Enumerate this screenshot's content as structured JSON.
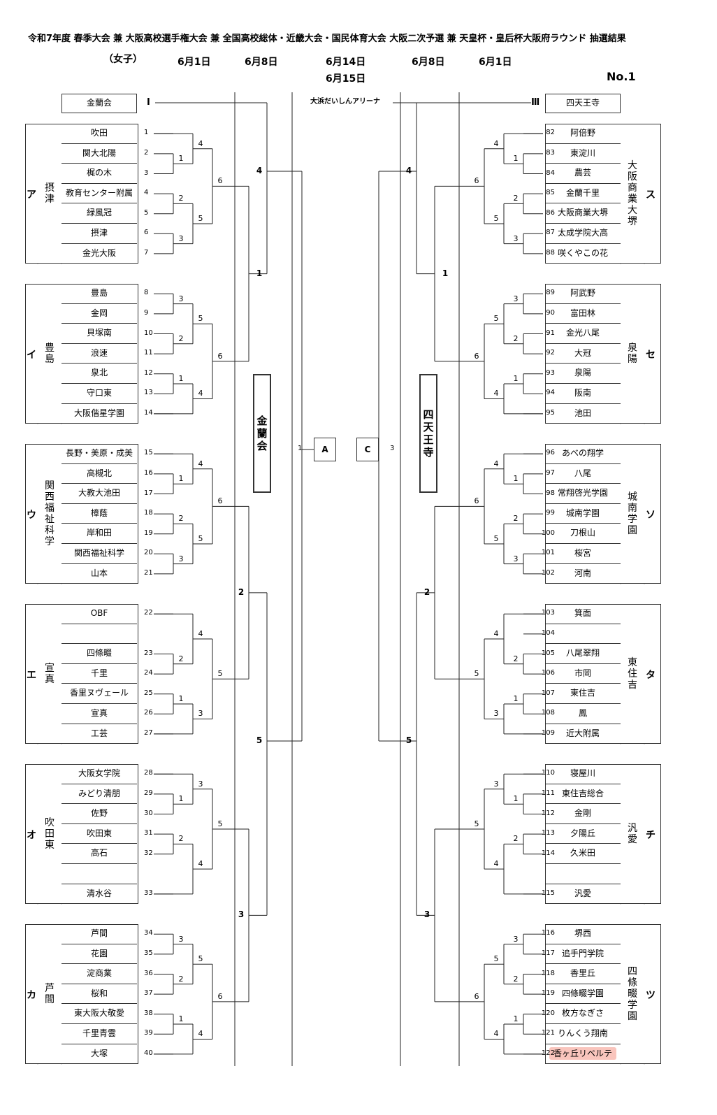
{
  "title": "令和7年度 春季大会 兼 大阪高校選手権大会 兼 全国高校総体・近畿大会・国民体育大会 大阪二次予選 兼 天皇杯・皇后杯大阪府ラウンド 抽選結果",
  "division": "（女子）",
  "page_no": "No.1",
  "dates": [
    "6月1日",
    "6月8日",
    "6月14日",
    "6月15日",
    "6月8日",
    "6月1日"
  ],
  "venue": "大浜だいしんアリーナ",
  "seeds": {
    "left": {
      "team": "金蘭会",
      "mark": "Ⅰ"
    },
    "right": {
      "team": "四天王寺",
      "mark": "Ⅲ"
    }
  },
  "finals": {
    "left_label": "金蘭会",
    "right_label": "四天王寺",
    "box_a": "A",
    "box_c": "C",
    "num_1": "1",
    "num_3": "3"
  },
  "left_blocks": [
    {
      "letter": "ア",
      "district": "摂津",
      "teams": [
        {
          "n": "1",
          "name": "吹田"
        },
        {
          "n": "2",
          "name": "関大北陽"
        },
        {
          "n": "3",
          "name": "梶の木"
        },
        {
          "n": "4",
          "name": "教育センター附属"
        },
        {
          "n": "5",
          "name": "緑風冠"
        },
        {
          "n": "6",
          "name": "摂津"
        },
        {
          "n": "7",
          "name": "金光大阪"
        }
      ]
    },
    {
      "letter": "イ",
      "district": "豊島",
      "teams": [
        {
          "n": "8",
          "name": "豊島"
        },
        {
          "n": "9",
          "name": "金岡"
        },
        {
          "n": "10",
          "name": "貝塚南"
        },
        {
          "n": "11",
          "name": "浪速"
        },
        {
          "n": "12",
          "name": "泉北"
        },
        {
          "n": "13",
          "name": "守口東"
        },
        {
          "n": "14",
          "name": "大阪偕星学園"
        }
      ]
    },
    {
      "letter": "ウ",
      "district": "関西福祉科学",
      "teams": [
        {
          "n": "15",
          "name": "長野・美原・成美"
        },
        {
          "n": "16",
          "name": "高槻北"
        },
        {
          "n": "17",
          "name": "大教大池田"
        },
        {
          "n": "18",
          "name": "樟蔭"
        },
        {
          "n": "19",
          "name": "岸和田"
        },
        {
          "n": "20",
          "name": "関西福祉科学"
        },
        {
          "n": "21",
          "name": "山本"
        }
      ]
    },
    {
      "letter": "エ",
      "district": "宣真",
      "teams": [
        {
          "n": "22",
          "name": "OBF"
        },
        {
          "n": "",
          "name": ""
        },
        {
          "n": "23",
          "name": "四條畷"
        },
        {
          "n": "24",
          "name": "千里"
        },
        {
          "n": "25",
          "name": "香里ヌヴェール"
        },
        {
          "n": "26",
          "name": "宣真"
        },
        {
          "n": "27",
          "name": "工芸"
        }
      ]
    },
    {
      "letter": "オ",
      "district": "吹田東",
      "teams": [
        {
          "n": "28",
          "name": "大阪女学院"
        },
        {
          "n": "29",
          "name": "みどり清朋"
        },
        {
          "n": "30",
          "name": "佐野"
        },
        {
          "n": "31",
          "name": "吹田東"
        },
        {
          "n": "32",
          "name": "高石"
        },
        {
          "n": "",
          "name": ""
        },
        {
          "n": "33",
          "name": "清水谷"
        }
      ]
    },
    {
      "letter": "カ",
      "district": "芦間",
      "teams": [
        {
          "n": "34",
          "name": "芦間"
        },
        {
          "n": "35",
          "name": "花園"
        },
        {
          "n": "36",
          "name": "淀商業"
        },
        {
          "n": "37",
          "name": "桜和"
        },
        {
          "n": "38",
          "name": "東大阪大敬愛"
        },
        {
          "n": "39",
          "name": "千里青雲"
        },
        {
          "n": "40",
          "name": "大塚"
        }
      ]
    }
  ],
  "right_blocks": [
    {
      "letter": "ス",
      "district": "大阪商業大堺",
      "teams": [
        {
          "n": "82",
          "name": "阿倍野"
        },
        {
          "n": "83",
          "name": "東淀川"
        },
        {
          "n": "84",
          "name": "農芸"
        },
        {
          "n": "85",
          "name": "金蘭千里"
        },
        {
          "n": "86",
          "name": "大阪商業大堺"
        },
        {
          "n": "87",
          "name": "太成学院大高"
        },
        {
          "n": "88",
          "name": "咲くやこの花"
        }
      ]
    },
    {
      "letter": "セ",
      "district": "泉陽",
      "teams": [
        {
          "n": "89",
          "name": "阿武野"
        },
        {
          "n": "90",
          "name": "富田林"
        },
        {
          "n": "91",
          "name": "金光八尾"
        },
        {
          "n": "92",
          "name": "大冠"
        },
        {
          "n": "93",
          "name": "泉陽"
        },
        {
          "n": "94",
          "name": "阪南"
        },
        {
          "n": "95",
          "name": "池田"
        }
      ]
    },
    {
      "letter": "ソ",
      "district": "城南学園",
      "teams": [
        {
          "n": "96",
          "name": "あべの翔学"
        },
        {
          "n": "97",
          "name": "八尾"
        },
        {
          "n": "98",
          "name": "常翔啓光学園"
        },
        {
          "n": "99",
          "name": "城南学園"
        },
        {
          "n": "100",
          "name": "刀根山"
        },
        {
          "n": "101",
          "name": "桜宮"
        },
        {
          "n": "102",
          "name": "河南"
        }
      ]
    },
    {
      "letter": "タ",
      "district": "東住吉",
      "teams": [
        {
          "n": "103",
          "name": "箕面"
        },
        {
          "n": "104",
          "name": ""
        },
        {
          "n": "105",
          "name": "八尾翠翔"
        },
        {
          "n": "106",
          "name": "市岡"
        },
        {
          "n": "107",
          "name": "東住吉"
        },
        {
          "n": "108",
          "name": "鳳"
        },
        {
          "n": "109",
          "name": "近大附属"
        }
      ]
    },
    {
      "letter": "チ",
      "district": "汎愛",
      "teams": [
        {
          "n": "110",
          "name": "寝屋川"
        },
        {
          "n": "111",
          "name": "東住吉総合"
        },
        {
          "n": "112",
          "name": "金剛"
        },
        {
          "n": "113",
          "name": "夕陽丘"
        },
        {
          "n": "114",
          "name": "久米田"
        },
        {
          "n": "",
          "name": ""
        },
        {
          "n": "115",
          "name": "汎愛"
        }
      ]
    },
    {
      "letter": "ツ",
      "district": "四條畷学園",
      "teams": [
        {
          "n": "116",
          "name": "堺西"
        },
        {
          "n": "117",
          "name": "追手門学院"
        },
        {
          "n": "118",
          "name": "香里丘"
        },
        {
          "n": "119",
          "name": "四條畷学園"
        },
        {
          "n": "120",
          "name": "枚方なぎさ"
        },
        {
          "n": "121",
          "name": "りんくう翔南"
        },
        {
          "n": "122",
          "name": "香ヶ丘リベルテ"
        }
      ]
    }
  ],
  "left_block_games": [
    [
      "4",
      "1",
      "6",
      "2",
      "5",
      "3"
    ],
    [
      "3",
      "5",
      "2",
      "6",
      "1",
      "4"
    ],
    [
      "4",
      "1",
      "6",
      "2",
      "5",
      "3"
    ],
    [
      "4",
      "2",
      "5",
      "1",
      "3"
    ],
    [
      "3",
      "1",
      "5",
      "2",
      "4"
    ],
    [
      "3",
      "5",
      "2",
      "6",
      "1",
      "4"
    ]
  ],
  "right_block_games": [
    [
      "4",
      "1",
      "6",
      "2",
      "5",
      "3"
    ],
    [
      "3",
      "5",
      "2",
      "6",
      "1",
      "4"
    ],
    [
      "4",
      "1",
      "6",
      "2",
      "5",
      "3"
    ],
    [
      "4",
      "2",
      "5",
      "1",
      "3"
    ],
    [
      "3",
      "1",
      "5",
      "2",
      "4"
    ],
    [
      "3",
      "5",
      "2",
      "6",
      "1",
      "4"
    ]
  ],
  "left_mid_games": [
    "4",
    "1",
    "2",
    "5",
    "3"
  ],
  "right_mid_games": [
    "4",
    "1",
    "2",
    "5",
    "3"
  ],
  "highlight_color": "#f9c5bd"
}
